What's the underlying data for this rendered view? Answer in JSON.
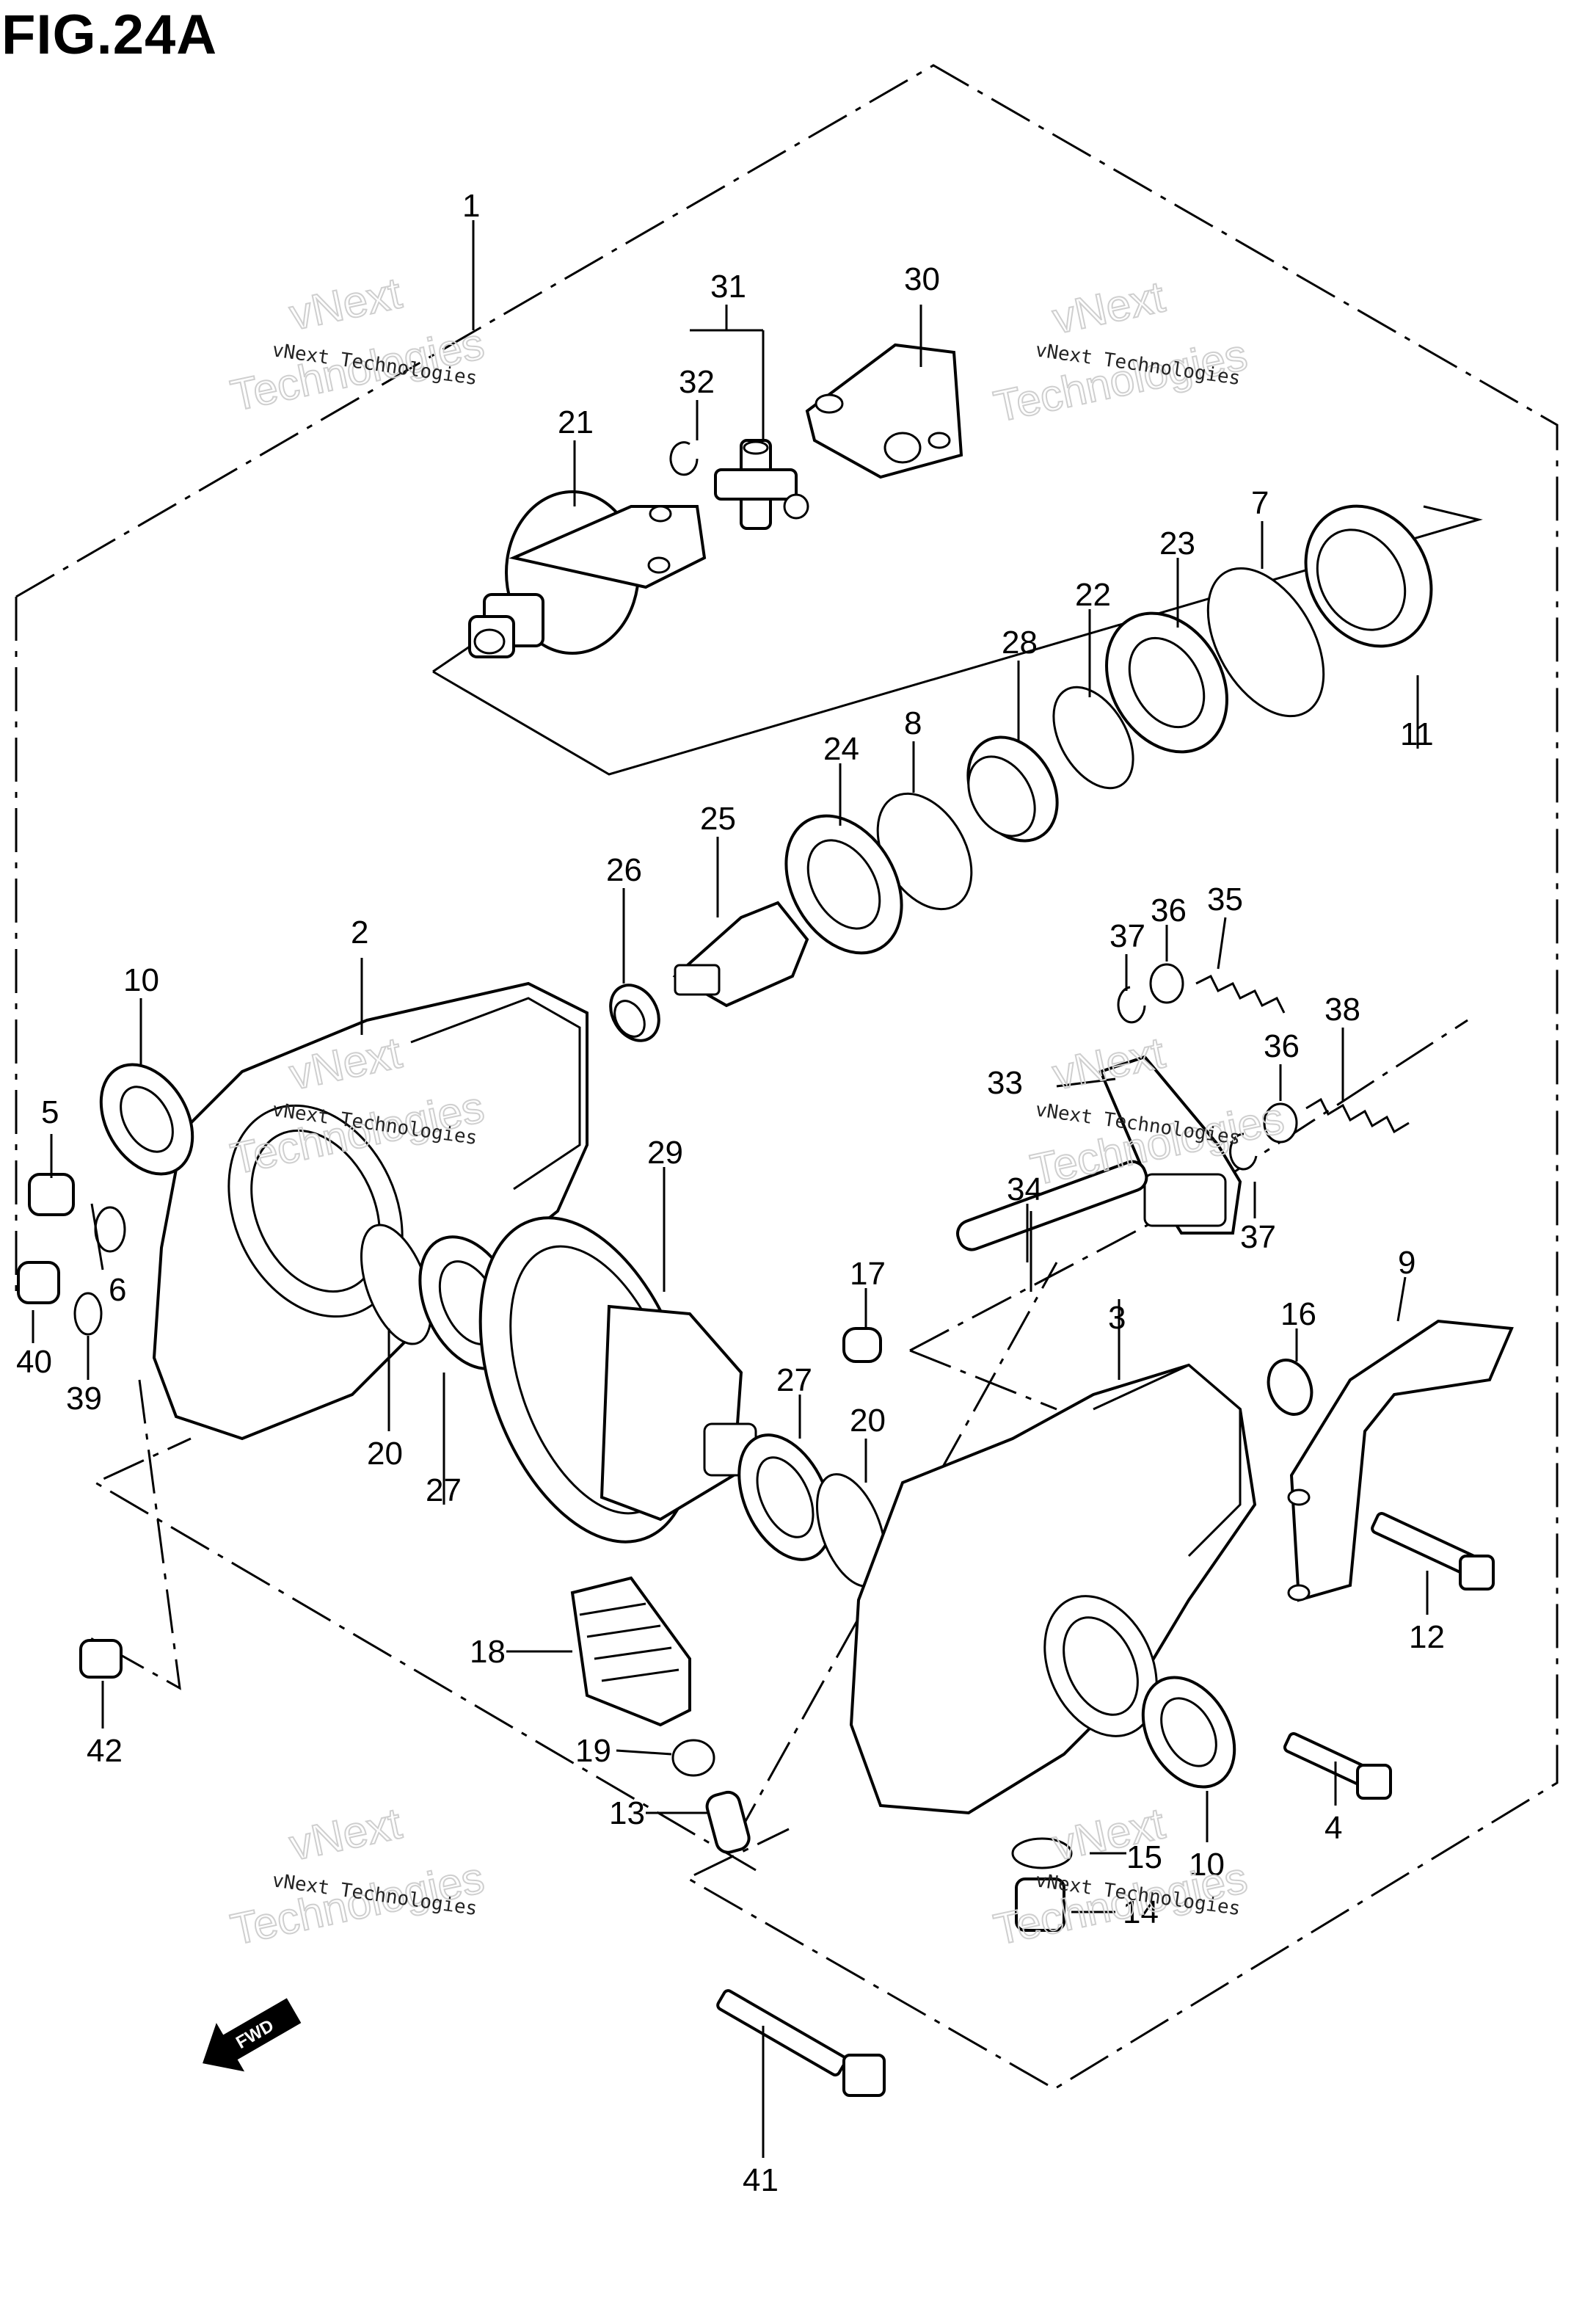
{
  "figure": {
    "title": "FIG.24A"
  },
  "fwd_label": "FWD",
  "watermark": {
    "line1": "vNext Technologies",
    "line2": "Technologies",
    "line3": "vNext"
  },
  "parts": {
    "p1": "1",
    "p2": "2",
    "p3": "3",
    "p4": "4",
    "p5": "5",
    "p6": "6",
    "p7": "7",
    "p8": "8",
    "p9": "9",
    "p10a": "10",
    "p10b": "10",
    "p11": "11",
    "p12": "12",
    "p13": "13",
    "p14": "14",
    "p15": "15",
    "p16": "16",
    "p17": "17",
    "p18": "18",
    "p19": "19",
    "p20a": "20",
    "p20b": "20",
    "p21": "21",
    "p22": "22",
    "p23": "23",
    "p24": "24",
    "p25": "25",
    "p26": "26",
    "p27a": "27",
    "p27b": "27",
    "p28": "28",
    "p29": "29",
    "p30": "30",
    "p31": "31",
    "p32": "32",
    "p33": "33",
    "p34": "34",
    "p35": "35",
    "p36a": "36",
    "p36b": "36",
    "p37a": "37",
    "p37b": "37",
    "p38": "38",
    "p39": "39",
    "p40": "40",
    "p41": "41",
    "p42": "42"
  }
}
